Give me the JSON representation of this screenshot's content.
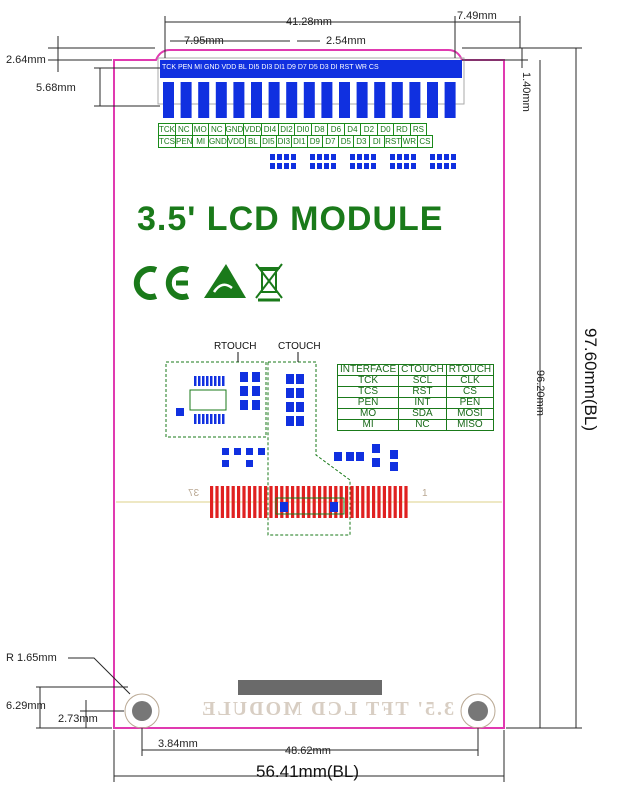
{
  "dimensions": {
    "top_width": "41.28mm",
    "top_right": "7.49mm",
    "left_offset": "7.95mm",
    "pitch": "2.54mm",
    "top_gap": "2.64mm",
    "header_offset": "5.68mm",
    "right_gap": "1.40mm",
    "inner_height": "96.20mm",
    "total_height": "97.60mm(BL)",
    "radius": "R 1.65mm",
    "hole_y": "6.29mm",
    "hole_y2": "2.73mm",
    "hole_x": "3.84mm",
    "hole_span": "48.62mm",
    "total_width": "56.41mm(BL)"
  },
  "title": "3.5'  LCD MODULE",
  "pins_row1": [
    "TCK",
    "NC",
    "MO",
    "NC",
    "GND",
    "VDD",
    "DI4",
    "DI2",
    "DI0",
    "D8",
    "D6",
    "D4",
    "D2",
    "D0",
    "RD",
    "RS"
  ],
  "pins_row2": [
    "TCS",
    "PEN",
    "MI",
    "GND",
    "VDD",
    "BL",
    "DI5",
    "DI3",
    "DI1",
    "D9",
    "D7",
    "D5",
    "D3",
    "DI",
    "RST",
    "WR",
    "CS"
  ],
  "top_header_text": "TCK PEN MI GND VDD BL DI5 DI3 DI1 D9 D7 D5 D3 DI RST WR CS",
  "rtouch_label": "RTOUCH",
  "ctouch_label": "CTOUCH",
  "interface_table": {
    "headers": [
      "INTERFACE",
      "CTOUCH",
      "RTOUCH"
    ],
    "rows": [
      [
        "TCK",
        "SCL",
        "CLK"
      ],
      [
        "TCS",
        "RST",
        "CS"
      ],
      [
        "PEN",
        "INT",
        "PEN"
      ],
      [
        "MO",
        "SDA",
        "MOSI"
      ],
      [
        "MI",
        "NC",
        "MISO"
      ]
    ]
  },
  "fpc_left": "37",
  "fpc_right": "1",
  "mirror_text": "3.5' TFT LCD MODULE",
  "colors": {
    "outline": "#e03ab0",
    "green": "#1a7a1a",
    "blue": "#1030e0",
    "red": "#e02020"
  },
  "icons": [
    "ce-mark-icon",
    "esd-warning-icon",
    "weee-bin-icon"
  ]
}
